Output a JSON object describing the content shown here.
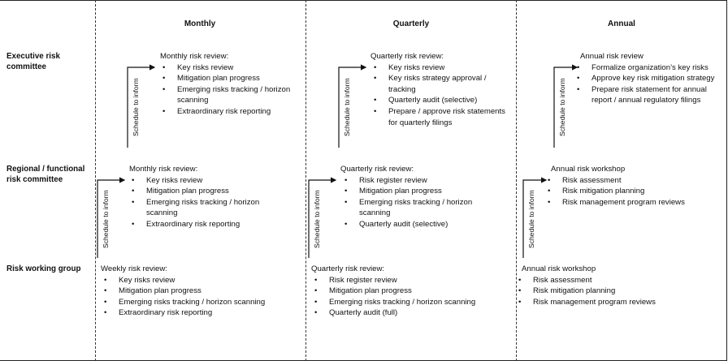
{
  "columns": [
    "Monthly",
    "Quarterly",
    "Annual"
  ],
  "rows": [
    {
      "label_line1": "Executive risk",
      "label_line2": "committee"
    },
    {
      "label_line1": "Regional / functional",
      "label_line2": "risk committee"
    },
    {
      "label_line1": "Risk working group",
      "label_line2": ""
    }
  ],
  "arrow_label": "Schedule to inform",
  "blocks": {
    "exec_monthly": {
      "title": "Monthly risk review:",
      "items": [
        "Key risks review",
        "Mitigation plan progress",
        "Emerging risks tracking / horizon scanning",
        "Extraordinary risk reporting"
      ]
    },
    "exec_quarterly": {
      "title": "Quarterly risk review:",
      "items": [
        "Key risks review",
        "Key risks strategy approval / tracking",
        "Quarterly audit (selective)",
        "Prepare / approve risk statements for quarterly filings"
      ]
    },
    "exec_annual": {
      "title": "Annual risk review",
      "items": [
        "Formalize organization’s key risks",
        "Approve key risk mitigation strategy",
        "Prepare risk statement for annual report / annual regulatory filings"
      ]
    },
    "reg_monthly": {
      "title": "Monthly risk review:",
      "items": [
        "Key risks review",
        "Mitigation plan progress",
        "Emerging risks tracking / horizon scanning",
        "Extraordinary risk reporting"
      ]
    },
    "reg_quarterly": {
      "title": "Quarterly risk review:",
      "items": [
        "Risk register review",
        "Mitigation plan progress",
        "Emerging risks tracking / horizon scanning",
        "Quarterly audit (selective)"
      ]
    },
    "reg_annual": {
      "title": "Annual risk workshop",
      "items": [
        "Risk assessment",
        "Risk mitigation planning",
        "Risk management program reviews"
      ]
    },
    "wg_monthly": {
      "title": "Weekly risk review:",
      "items": [
        "Key risks review",
        "Mitigation plan progress",
        "Emerging risks tracking / horizon scanning",
        "Extraordinary risk reporting"
      ]
    },
    "wg_quarterly": {
      "title": "Quarterly risk review:",
      "items": [
        "Risk register review",
        "Mitigation plan progress",
        "Emerging risks tracking / horizon scanning",
        "Quarterly audit (full)"
      ]
    },
    "wg_annual": {
      "title": "Annual risk workshop",
      "items": [
        "Risk assessment",
        "Risk mitigation planning",
        "Risk management program reviews"
      ]
    }
  }
}
